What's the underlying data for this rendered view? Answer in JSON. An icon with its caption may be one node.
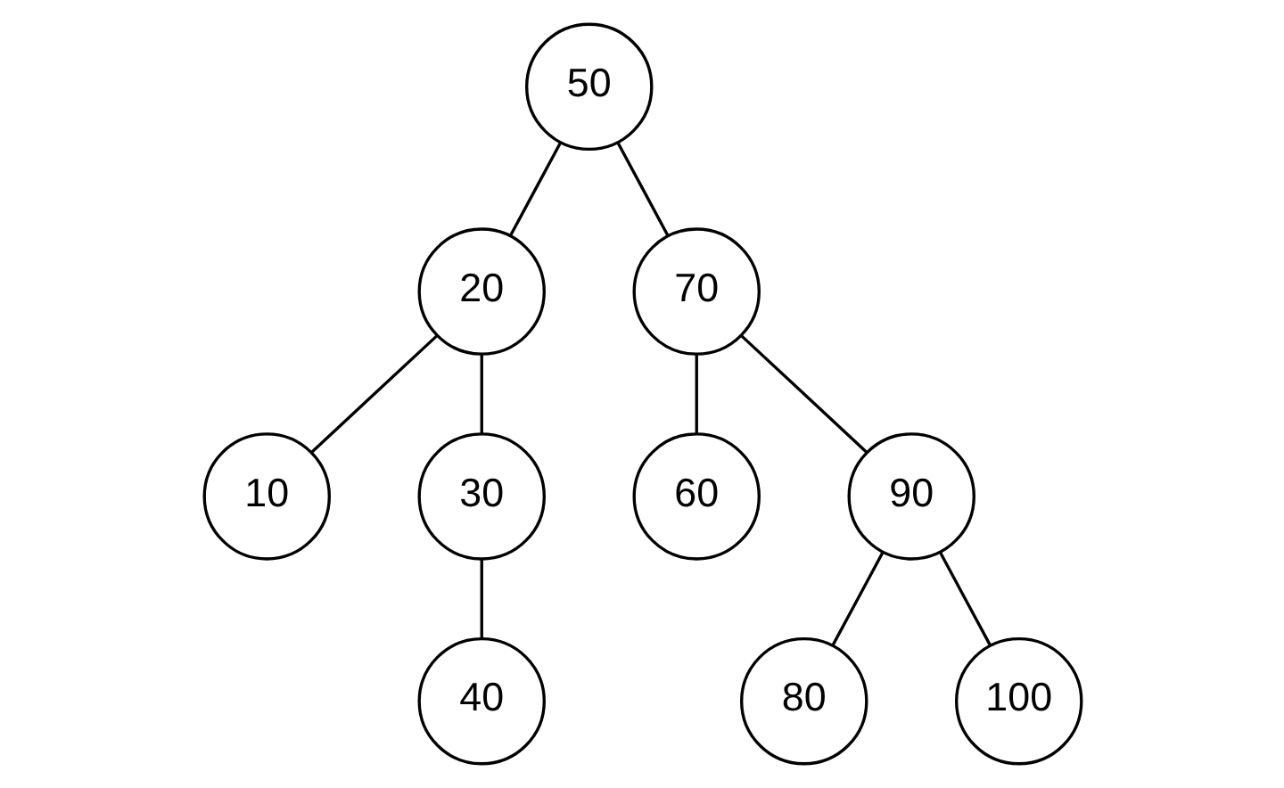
{
  "diagram": {
    "nodes": [
      {
        "text": [
          "50"
        ]
      },
      {
        "text": [
          "20"
        ]
      },
      {
        "text": [
          "70"
        ]
      },
      {
        "text": [
          "10"
        ]
      },
      {
        "text": [
          "30"
        ]
      },
      {
        "text": [
          "60"
        ]
      },
      {
        "text": [
          "90"
        ]
      },
      {
        "text": [
          "40"
        ]
      },
      {
        "text": [
          "80"
        ]
      },
      {
        "text": [
          "100"
        ]
      }
    ],
    "edges": [
      {
        "from": 0,
        "to": 1,
        "arrow": "none"
      },
      {
        "from": 0,
        "to": 2,
        "arrow": "none"
      },
      {
        "from": 1,
        "to": 3,
        "arrow": "none"
      },
      {
        "from": 1,
        "to": 4,
        "arrow": "none"
      },
      {
        "from": 2,
        "to": 5,
        "arrow": "none"
      },
      {
        "from": 2,
        "to": 6,
        "arrow": "none"
      },
      {
        "from": 4,
        "to": 7,
        "arrow": "none"
      },
      {
        "from": 6,
        "to": 8,
        "arrow": "none"
      },
      {
        "from": 6,
        "to": 9,
        "arrow": "none"
      }
    ]
  }
}
